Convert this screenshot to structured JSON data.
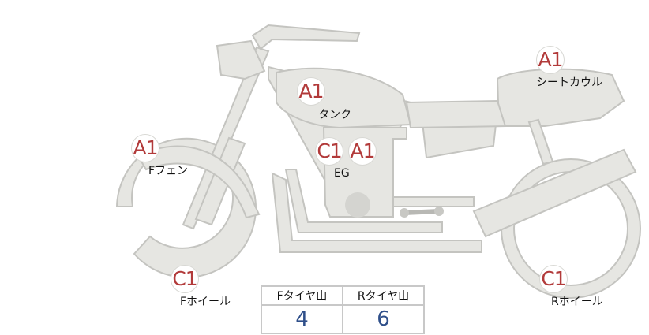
{
  "parts": [
    {
      "code": "A1",
      "label": "シートカウル"
    },
    {
      "code": "A1",
      "label": "タンク"
    },
    {
      "code": "A1",
      "label": "Fフェン"
    },
    {
      "code": "C1",
      "label": "EG"
    },
    {
      "code": "A1",
      "label": ""
    },
    {
      "code": "C1",
      "label": "Fホイール"
    },
    {
      "code": "C1",
      "label": "Rホイール"
    }
  ],
  "tire_table": {
    "headers": [
      "Fタイヤ山",
      "Rタイヤ山"
    ],
    "values": [
      "4",
      "6"
    ]
  },
  "colors": {
    "badge_text": "#b23a3a",
    "value_text": "#2f4f8a",
    "part_fill": "#e6e6e2"
  }
}
